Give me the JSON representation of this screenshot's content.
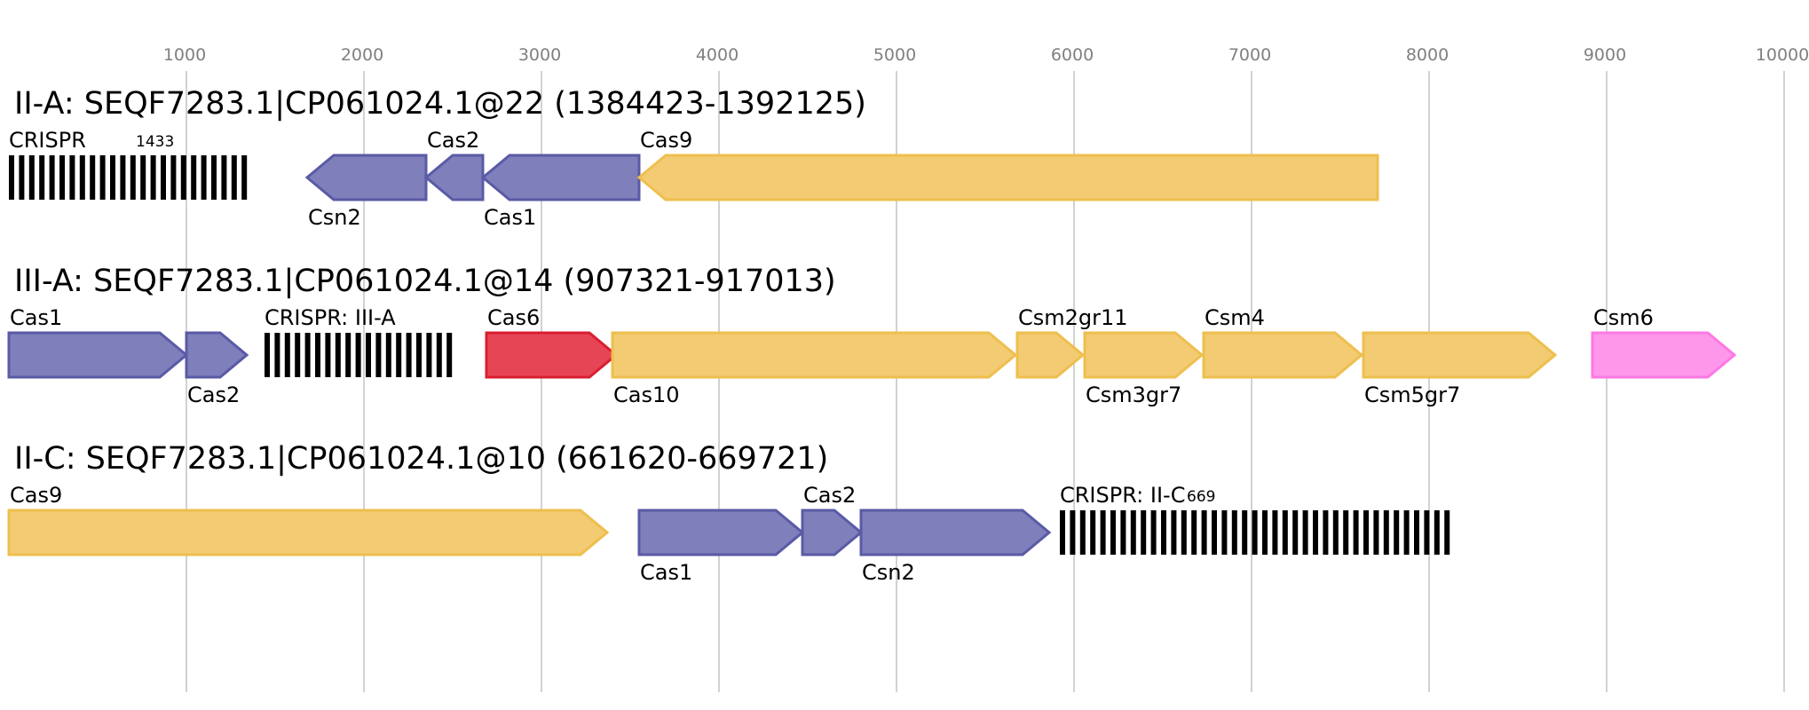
{
  "axis": {
    "ticks": [
      {
        "value": 1000,
        "label": "1000"
      },
      {
        "value": 2000,
        "label": "2000"
      },
      {
        "value": 3000,
        "label": "3000"
      },
      {
        "value": 4000,
        "label": "4000"
      },
      {
        "value": 5000,
        "label": "5000"
      },
      {
        "value": 6000,
        "label": "6000"
      },
      {
        "value": 7000,
        "label": "7000"
      },
      {
        "value": 8000,
        "label": "8000"
      },
      {
        "value": 9000,
        "label": "9000"
      },
      {
        "value": 10000,
        "label": "10000"
      }
    ],
    "range": [
      0,
      10000
    ]
  },
  "colors": {
    "blue": "#7f7fbb",
    "blue_stroke": "#5a5aa6",
    "yellow": "#f2cb73",
    "yellow_stroke": "#eebf4e",
    "red": "#e64556",
    "red_stroke": "#d91e30",
    "pink": "#fe97ea",
    "pink_stroke": "#fe78e4",
    "crispr": "#000000"
  },
  "tracks": [
    {
      "title": "II-A: SEQF7283.1|CP061024.1@22 (1384423-1392125)",
      "features": [
        {
          "kind": "crispr",
          "start": 0,
          "end": 1350,
          "label": "CRISPR",
          "count": "1433"
        },
        {
          "kind": "gene",
          "start": 1680,
          "end": 2350,
          "strand": -1,
          "color": "blue",
          "label": "Csn2",
          "label_pos": "below"
        },
        {
          "kind": "gene",
          "start": 2350,
          "end": 2670,
          "strand": -1,
          "color": "blue",
          "label": "Cas2",
          "label_pos": "above"
        },
        {
          "kind": "gene",
          "start": 2670,
          "end": 3550,
          "strand": -1,
          "color": "blue",
          "label": "Cas1",
          "label_pos": "below"
        },
        {
          "kind": "gene",
          "start": 3550,
          "end": 7710,
          "strand": -1,
          "color": "yellow",
          "label": "Cas9",
          "label_pos": "above"
        }
      ]
    },
    {
      "title": "III-A: SEQF7283.1|CP061024.1@14 (907321-917013)",
      "features": [
        {
          "kind": "gene",
          "start": 0,
          "end": 1000,
          "strand": 1,
          "color": "blue",
          "label": "Cas1",
          "label_pos": "above"
        },
        {
          "kind": "gene",
          "start": 1000,
          "end": 1340,
          "strand": 1,
          "color": "blue",
          "label": "Cas2",
          "label_pos": "below"
        },
        {
          "kind": "crispr",
          "start": 1440,
          "end": 2550,
          "label": "CRISPR: III-A",
          "count": ""
        },
        {
          "kind": "gene",
          "start": 2690,
          "end": 3420,
          "strand": 1,
          "color": "red",
          "label": "Cas6",
          "label_pos": "above"
        },
        {
          "kind": "gene",
          "start": 3400,
          "end": 5670,
          "strand": 1,
          "color": "yellow",
          "label": "Cas10",
          "label_pos": "below"
        },
        {
          "kind": "gene",
          "start": 5680,
          "end": 6050,
          "strand": 1,
          "color": "yellow",
          "label": "Csm2gr11",
          "label_pos": "above"
        },
        {
          "kind": "gene",
          "start": 6060,
          "end": 6720,
          "strand": 1,
          "color": "yellow",
          "label": "Csm3gr7",
          "label_pos": "below"
        },
        {
          "kind": "gene",
          "start": 6730,
          "end": 7620,
          "strand": 1,
          "color": "yellow",
          "label": "Csm4",
          "label_pos": "above"
        },
        {
          "kind": "gene",
          "start": 7630,
          "end": 8710,
          "strand": 1,
          "color": "yellow",
          "label": "Csm5gr7",
          "label_pos": "below"
        },
        {
          "kind": "gene",
          "start": 8920,
          "end": 9720,
          "strand": 1,
          "color": "pink",
          "label": "Csm6",
          "label_pos": "above"
        }
      ]
    },
    {
      "title": "II-C: SEQF7283.1|CP061024.1@10 (661620-669721)",
      "features": [
        {
          "kind": "gene",
          "start": 0,
          "end": 3370,
          "strand": 1,
          "color": "yellow",
          "label": "Cas9",
          "label_pos": "above"
        },
        {
          "kind": "gene",
          "start": 3550,
          "end": 4470,
          "strand": 1,
          "color": "blue",
          "label": "Cas1",
          "label_pos": "below"
        },
        {
          "kind": "gene",
          "start": 4470,
          "end": 4800,
          "strand": 1,
          "color": "blue",
          "label": "Cas2",
          "label_pos": "above"
        },
        {
          "kind": "gene",
          "start": 4800,
          "end": 5860,
          "strand": 1,
          "color": "blue",
          "label": "Csn2",
          "label_pos": "below"
        },
        {
          "kind": "crispr",
          "start": 5920,
          "end": 8120,
          "label": "CRISPR: II-C",
          "count": "669"
        }
      ]
    }
  ]
}
